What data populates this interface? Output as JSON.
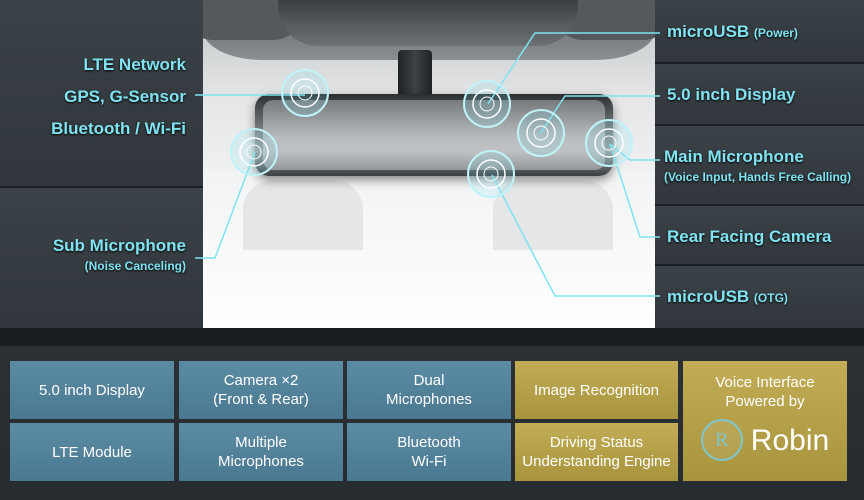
{
  "callouts": {
    "left": {
      "lte": "LTE Network",
      "gps": "GPS, G-Sensor",
      "bt": "Bluetooth / Wi-Fi",
      "sub_mic": "Sub Microphone",
      "sub_mic_note": "(Noise Canceling)"
    },
    "right": {
      "microusb_power": "microUSB",
      "microusb_power_note": "(Power)",
      "display": "5.0 inch Display",
      "main_mic": "Main Microphone",
      "main_mic_note": "(Voice Input, Hands Free Calling)",
      "rear_camera": "Rear Facing Camera",
      "microusb_otg": "microUSB",
      "microusb_otg_note": "(OTG)"
    }
  },
  "features": {
    "row1": [
      {
        "lines": [
          "5.0 inch Display"
        ]
      },
      {
        "lines": [
          "Camera  ×2",
          "(Front & Rear)"
        ]
      },
      {
        "lines": [
          "Dual",
          "Microphones"
        ]
      },
      {
        "lines": [
          "Image Recognition"
        ]
      }
    ],
    "row2": [
      {
        "lines": [
          "LTE Module"
        ]
      },
      {
        "lines": [
          "Multiple",
          "Microphones"
        ]
      },
      {
        "lines": [
          "Bluetooth",
          "Wi-Fi"
        ]
      },
      {
        "lines": [
          "Driving Status",
          "Understanding Engine"
        ]
      }
    ],
    "voice": {
      "line1": "Voice Interface",
      "line2": "Powered by",
      "logo_letter": "R",
      "brand": "Robin"
    }
  },
  "colors": {
    "callout": "#7fe3f0",
    "tile_blue": "#5282a0",
    "tile_gold": "#b7a248"
  }
}
